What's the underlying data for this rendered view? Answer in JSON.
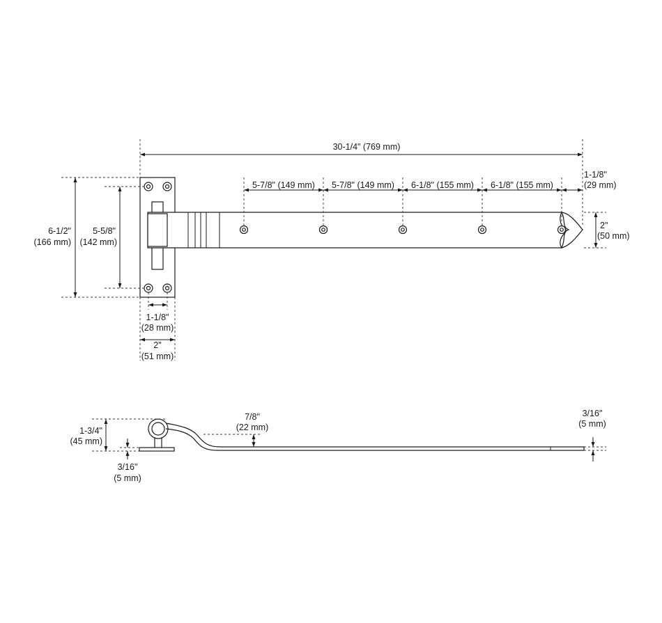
{
  "front_view": {
    "overall_length": {
      "line1": "30-1/4\" (769 mm)"
    },
    "hole_spacing": [
      {
        "line1": "5-7/8\" (149 mm)"
      },
      {
        "line1": "5-7/8\" (149 mm)"
      },
      {
        "line1": "6-1/8\" (155 mm)"
      },
      {
        "line1": "6-1/8\" (155 mm)"
      }
    ],
    "tip_length": {
      "line1": "1-1/8\"",
      "line2": "(29 mm)"
    },
    "strap_width": {
      "line1": "2\"",
      "line2": "(50 mm)"
    },
    "plate_height": {
      "line1": "6-1/2\"",
      "line2": "(166 mm)"
    },
    "plate_hole_span": {
      "line1": "5-5/8\"",
      "line2": "(142 mm)"
    },
    "plate_hole_spacing": {
      "line1": "1-1/8\"",
      "line2": "(28 mm)"
    },
    "plate_width": {
      "line1": "2\"",
      "line2": "(51 mm)"
    }
  },
  "side_view": {
    "overall_height": {
      "line1": "1-3/4\"",
      "line2": "(45 mm)"
    },
    "offset": {
      "line1": "7/8\"",
      "line2": "(22 mm)"
    },
    "plate_thickness": {
      "line1": "3/16\"",
      "line2": "(5 mm)"
    },
    "strap_thickness": {
      "line1": "3/16\"",
      "line2": "(5 mm)"
    }
  }
}
